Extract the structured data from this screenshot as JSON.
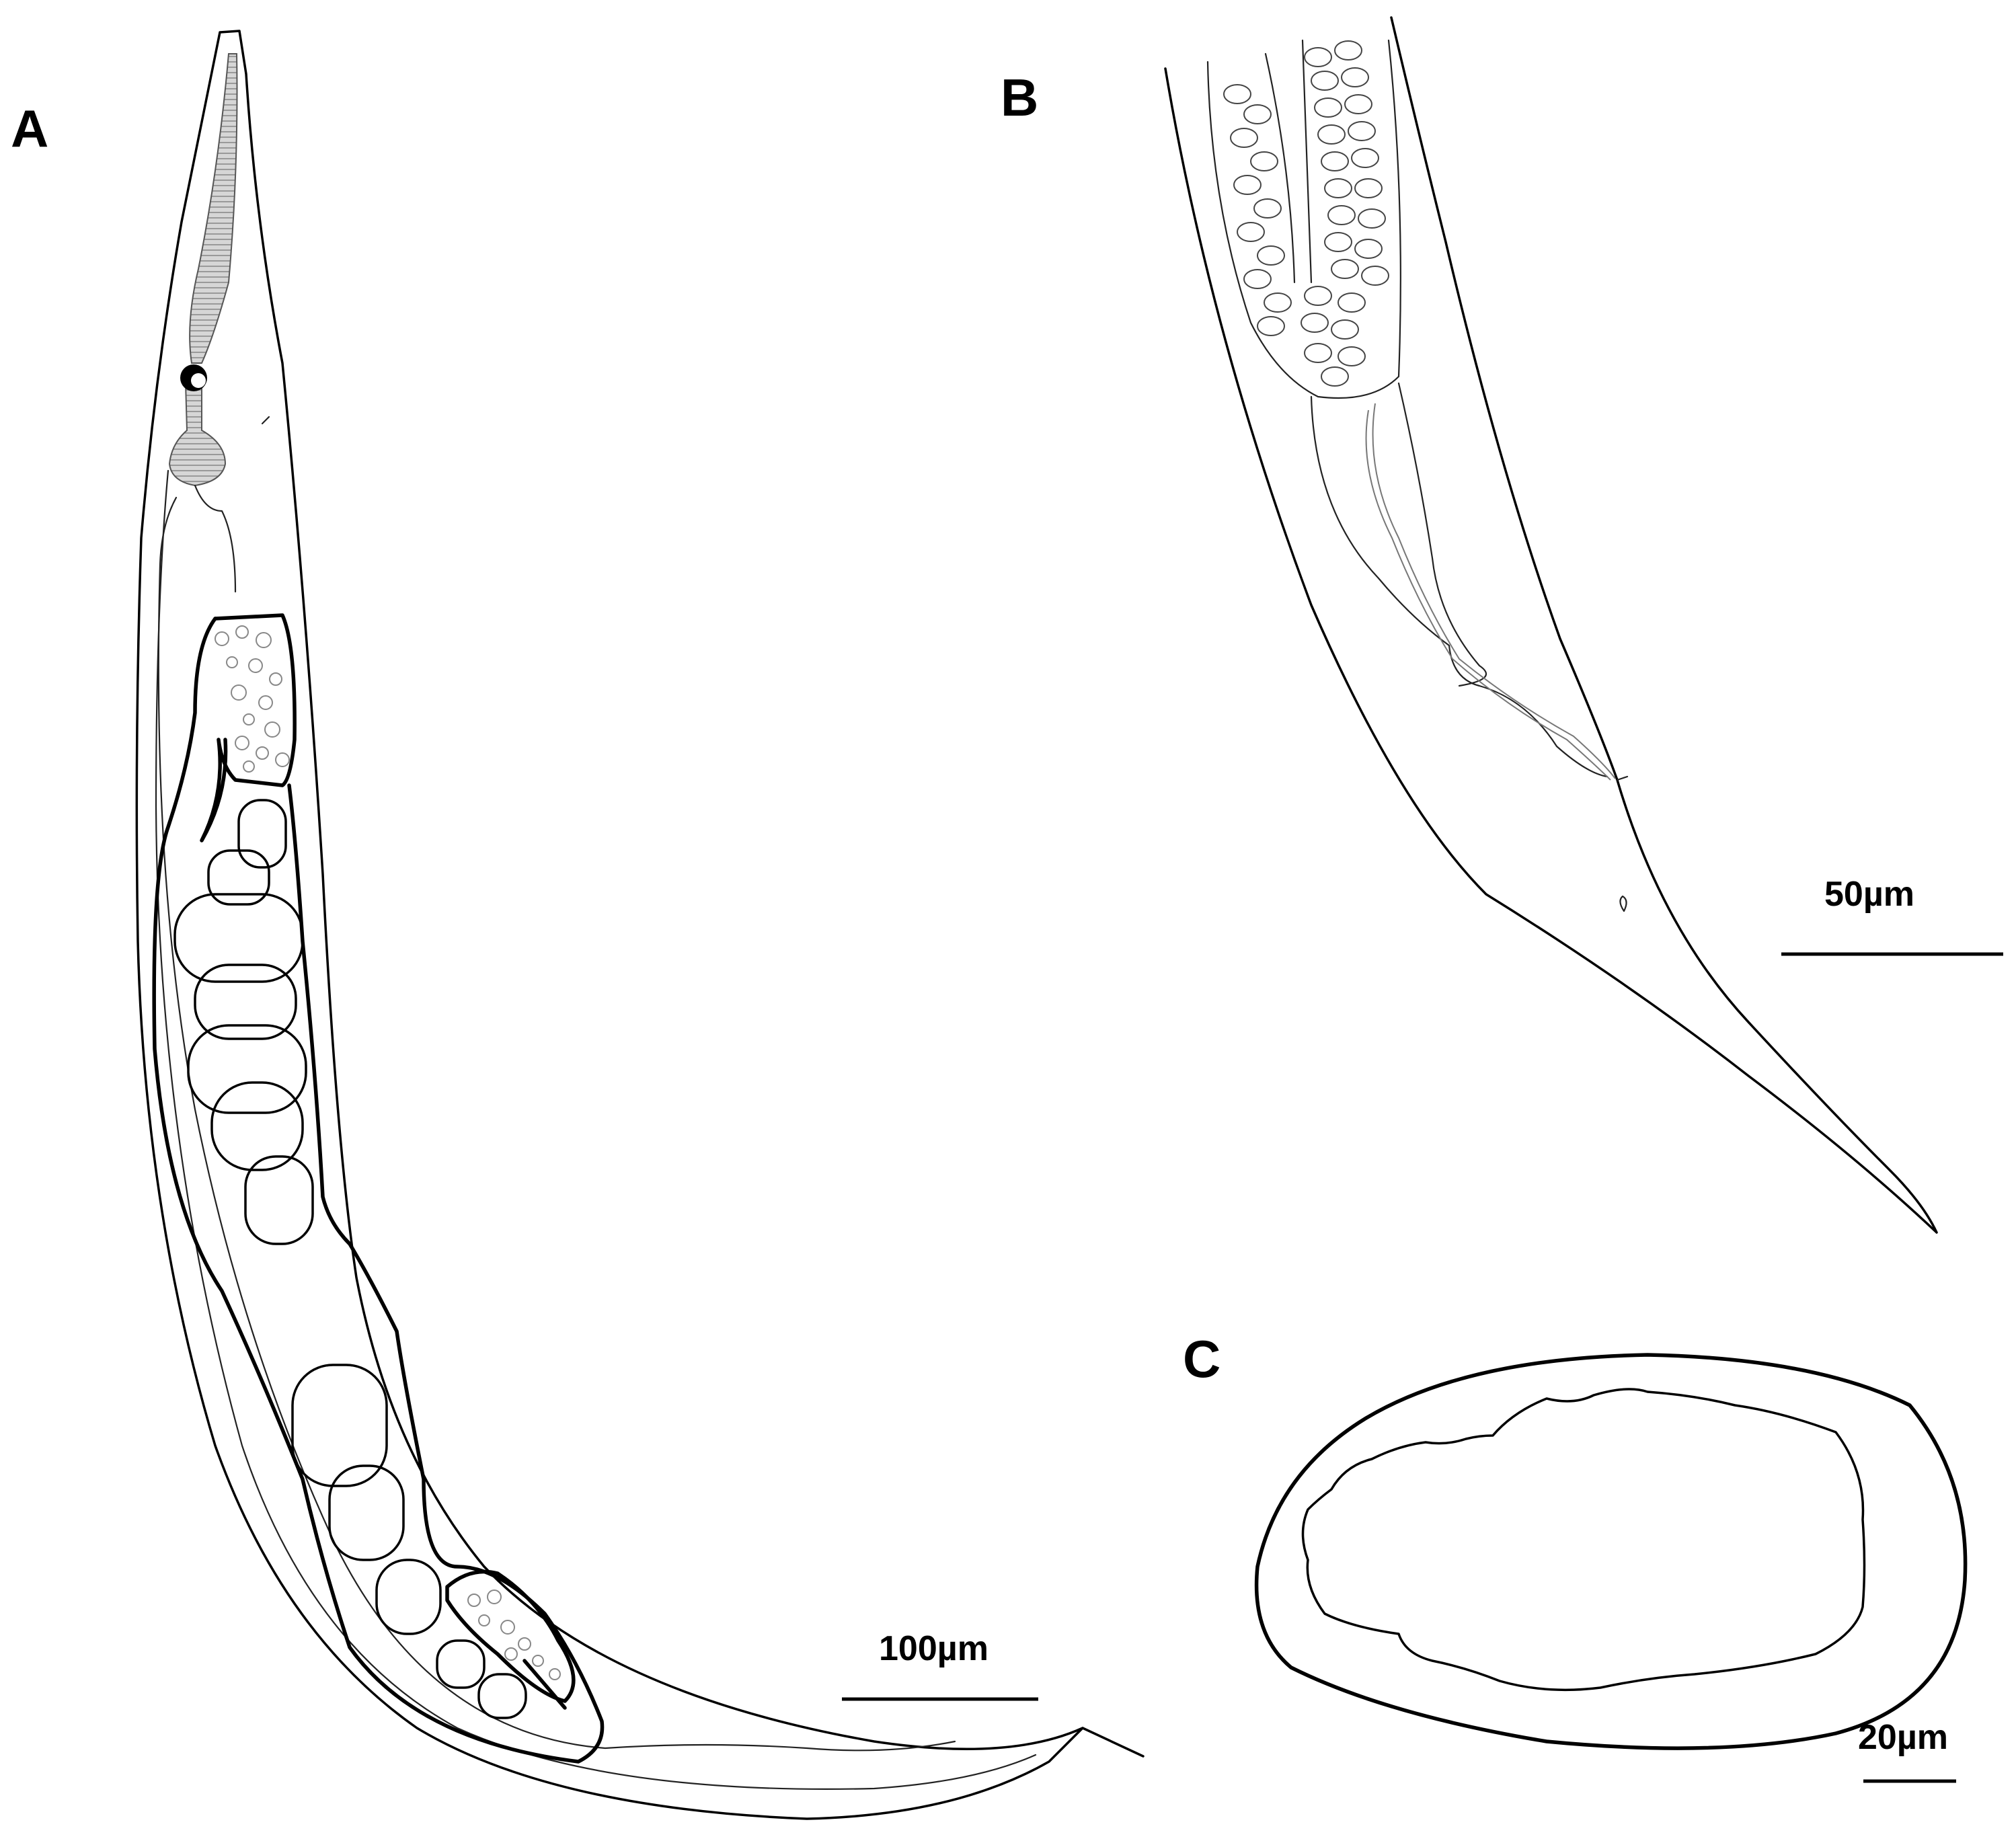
{
  "panels": [
    {
      "id": "A",
      "letter": "A",
      "scale_label": "100µm"
    },
    {
      "id": "B",
      "letter": "B",
      "scale_label": "50µm"
    },
    {
      "id": "C",
      "letter": "C",
      "scale_label": "20µm"
    }
  ],
  "colors": {
    "line": "#000000",
    "stipple": "#bdbdbd",
    "background": "#ffffff"
  }
}
